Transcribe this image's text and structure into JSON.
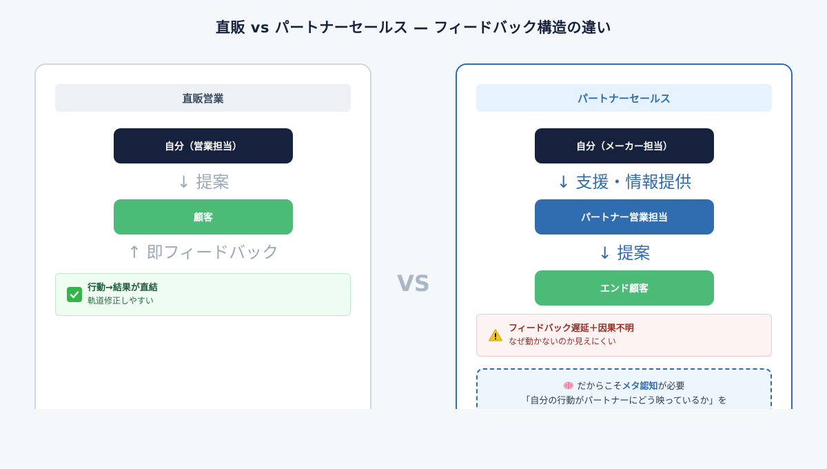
{
  "title": "直販 vs パートナーセールス — フィードバック構造の違い",
  "vs_label": "VS",
  "left": {
    "header": "直販営業",
    "node_self": "自分（営業担当）",
    "arrow_down": "↓ 提案",
    "node_customer": "顧客",
    "arrow_up": "↑ 即フィードバック",
    "note": {
      "icon": "check-mark-icon",
      "head": "行動→結果が直結",
      "sub": "軌道修正しやすい"
    }
  },
  "right": {
    "header": "パートナーセールス",
    "node_self": "自分（メーカー担当）",
    "arrow_support": "↓ 支援・情報提供",
    "node_partner": "パートナー営業担当",
    "arrow_proposal": "↓ 提案",
    "node_end_customer": "エンド顧客",
    "note": {
      "icon": "warning-icon",
      "head": "フィードバック遅延＋因果不明",
      "sub": "なぜ動かないのか見えにくい"
    },
    "meta": {
      "icon": "brain-icon",
      "line1_prefix": "だからこそ",
      "line1_em": "メタ認知",
      "line1_suffix": "が必要",
      "line2": "「自分の行動がパートナーにどう映っているか」を"
    }
  },
  "colors": {
    "navy": "#16213e",
    "green": "#4cbb78",
    "blue": "#2f6db0",
    "muted": "#9aaabb"
  }
}
